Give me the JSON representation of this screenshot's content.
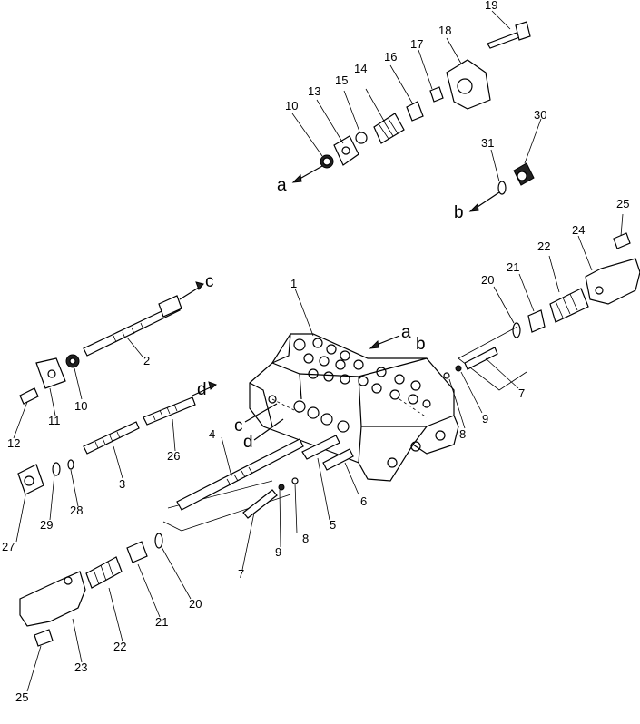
{
  "callouts": [
    "1",
    "2",
    "3",
    "4",
    "5",
    "6",
    "7",
    "7",
    "8",
    "8",
    "9",
    "9",
    "10",
    "10",
    "11",
    "12",
    "13",
    "14",
    "15",
    "16",
    "17",
    "18",
    "19",
    "20",
    "20",
    "21",
    "21",
    "22",
    "22",
    "23",
    "24",
    "25",
    "25",
    "26",
    "27",
    "28",
    "29",
    "30",
    "31"
  ],
  "arrow_letters": [
    "a",
    "a",
    "b",
    "b",
    "c",
    "c",
    "d",
    "d"
  ]
}
